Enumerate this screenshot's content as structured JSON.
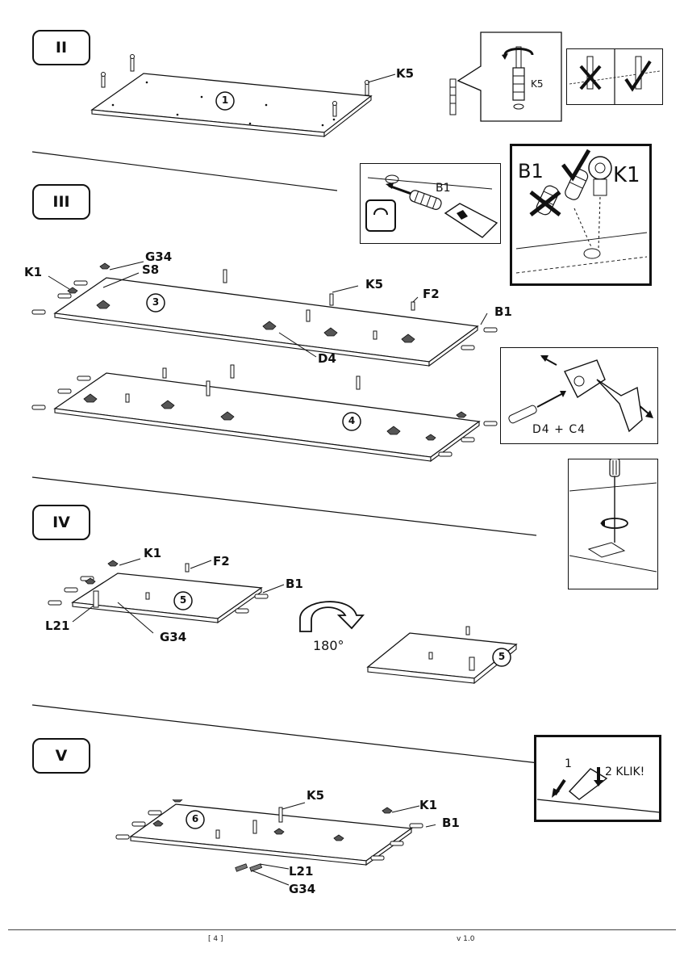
{
  "steps": {
    "ii": "II",
    "iii": "III",
    "iv": "IV",
    "v": "V"
  },
  "panels": {
    "p1": "1",
    "p3": "3",
    "p4": "4",
    "p5": "5",
    "p5b": "5",
    "p6": "6"
  },
  "labels": {
    "ii_k5": "K5",
    "iii_k1": "K1",
    "iii_g34": "G34",
    "iii_s8": "S8",
    "iii_k5": "K5",
    "iii_f2": "F2",
    "iii_b1": "B1",
    "iii_d4": "D4",
    "iv_k1": "K1",
    "iv_f2": "F2",
    "iv_b1": "B1",
    "iv_l21": "L21",
    "iv_g34": "G34",
    "v_k5": "K5",
    "v_k1": "K1",
    "v_b1": "B1",
    "v_l21": "L21",
    "v_g34": "G34"
  },
  "rotation": "180°",
  "insets": {
    "k5_label": "K5",
    "b1_label": "B1",
    "b1k1_b1": "B1",
    "b1k1_k1": "K1",
    "hinge_caption": "D4 + C4",
    "klik_step1": "1",
    "klik_step2": "2 KLIK!"
  },
  "footer": {
    "page": "[ 4 ]",
    "version": "v 1.0"
  }
}
